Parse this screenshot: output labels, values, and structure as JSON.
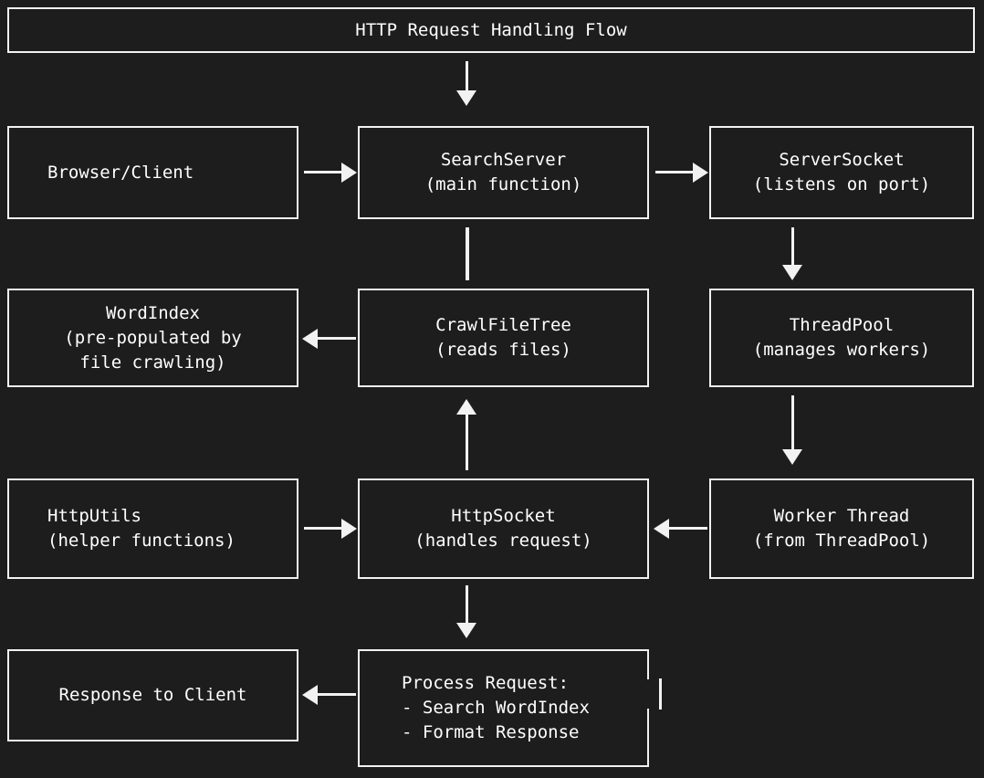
{
  "diagram": {
    "title": "HTTP Request Handling Flow",
    "background_color": "#1d1d1d",
    "line_color": "#f2f2f2",
    "text_color": "#ffffff",
    "nodes": [
      {
        "id": "browser",
        "label": "Browser/Client"
      },
      {
        "id": "searchserver",
        "label": "SearchServer\n(main function)"
      },
      {
        "id": "serversocket",
        "label": "ServerSocket\n(listens on port)"
      },
      {
        "id": "wordindex",
        "label": "WordIndex\n(pre-populated by\nfile crawling)"
      },
      {
        "id": "crawlfiletree",
        "label": "CrawlFileTree\n(reads files)"
      },
      {
        "id": "threadpool",
        "label": "ThreadPool\n(manages workers)"
      },
      {
        "id": "httputils",
        "label": "HttpUtils\n(helper functions)"
      },
      {
        "id": "httpsocket",
        "label": "HttpSocket\n(handles request)"
      },
      {
        "id": "workerthread",
        "label": "Worker Thread\n(from ThreadPool)"
      },
      {
        "id": "response",
        "label": "Response to Client"
      },
      {
        "id": "processrequest",
        "label": "Process Request:\n- Search WordIndex\n- Format Response"
      }
    ],
    "edges": [
      {
        "from": "title",
        "to": "searchserver",
        "direction": "down"
      },
      {
        "from": "browser",
        "to": "searchserver",
        "direction": "right"
      },
      {
        "from": "searchserver",
        "to": "serversocket",
        "direction": "right"
      },
      {
        "from": "searchserver",
        "to": "crawlfiletree",
        "direction": "none"
      },
      {
        "from": "serversocket",
        "to": "threadpool",
        "direction": "down"
      },
      {
        "from": "crawlfiletree",
        "to": "wordindex",
        "direction": "left"
      },
      {
        "from": "threadpool",
        "to": "workerthread",
        "direction": "down"
      },
      {
        "from": "httpsocket",
        "to": "crawlfiletree",
        "direction": "up"
      },
      {
        "from": "httputils",
        "to": "httpsocket",
        "direction": "right"
      },
      {
        "from": "workerthread",
        "to": "httpsocket",
        "direction": "left"
      },
      {
        "from": "httpsocket",
        "to": "processrequest",
        "direction": "down"
      },
      {
        "from": "processrequest",
        "to": "response",
        "direction": "left"
      }
    ]
  }
}
